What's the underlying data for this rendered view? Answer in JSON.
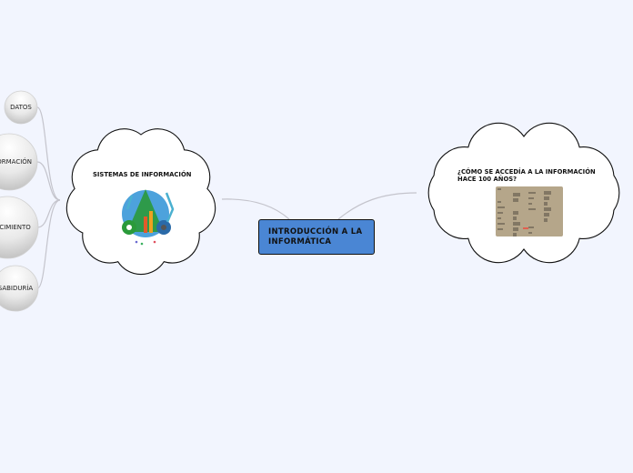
{
  "central": {
    "title": "INTRODUCCIÓN A LA INFORMÁTICA",
    "color": "#4a86d4"
  },
  "left_topic": {
    "title": "SISTEMAS DE INFORMACIÓN",
    "image_icon": "information-systems-illustration",
    "children": [
      {
        "label": "DATOS"
      },
      {
        "label": "INFORMACIÓN"
      },
      {
        "label": "CONOCIMIENTO"
      },
      {
        "label": "SABIDURÍA"
      }
    ]
  },
  "right_topic": {
    "title": "¿CÓMO SE ACCEDÍA A LA INFORMACIÓN HACE 100 AÑOS?",
    "image_icon": "old-newspapers-photo"
  },
  "colors": {
    "background": "#f2f5fe",
    "connector": "#c4c4cc"
  }
}
